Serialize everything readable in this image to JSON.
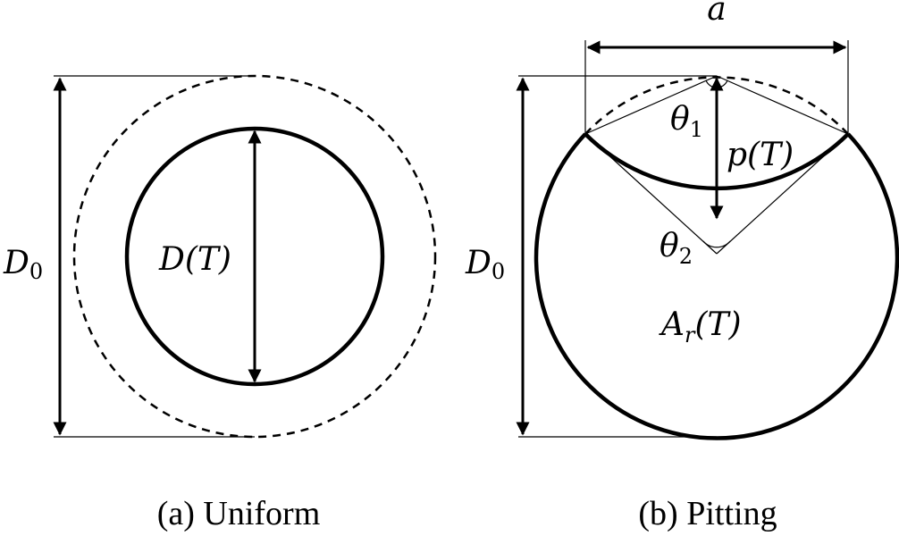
{
  "panel_a": {
    "caption": "(a) Uniform",
    "outer_diameter_label": {
      "main": "D",
      "sub": "0"
    },
    "inner_diameter_label": "D(T)"
  },
  "panel_b": {
    "caption": "(b) Pitting",
    "outer_diameter_label": {
      "main": "D",
      "sub": "0"
    },
    "pit_width_label": "a",
    "pit_depth_label": "p(T)",
    "angle_1_label": {
      "main": "θ",
      "sub": "1"
    },
    "angle_2_label": {
      "main": "θ",
      "sub": "2"
    },
    "residual_area_label": {
      "main": "A",
      "sub": "r",
      "suffix": "(T)"
    }
  }
}
